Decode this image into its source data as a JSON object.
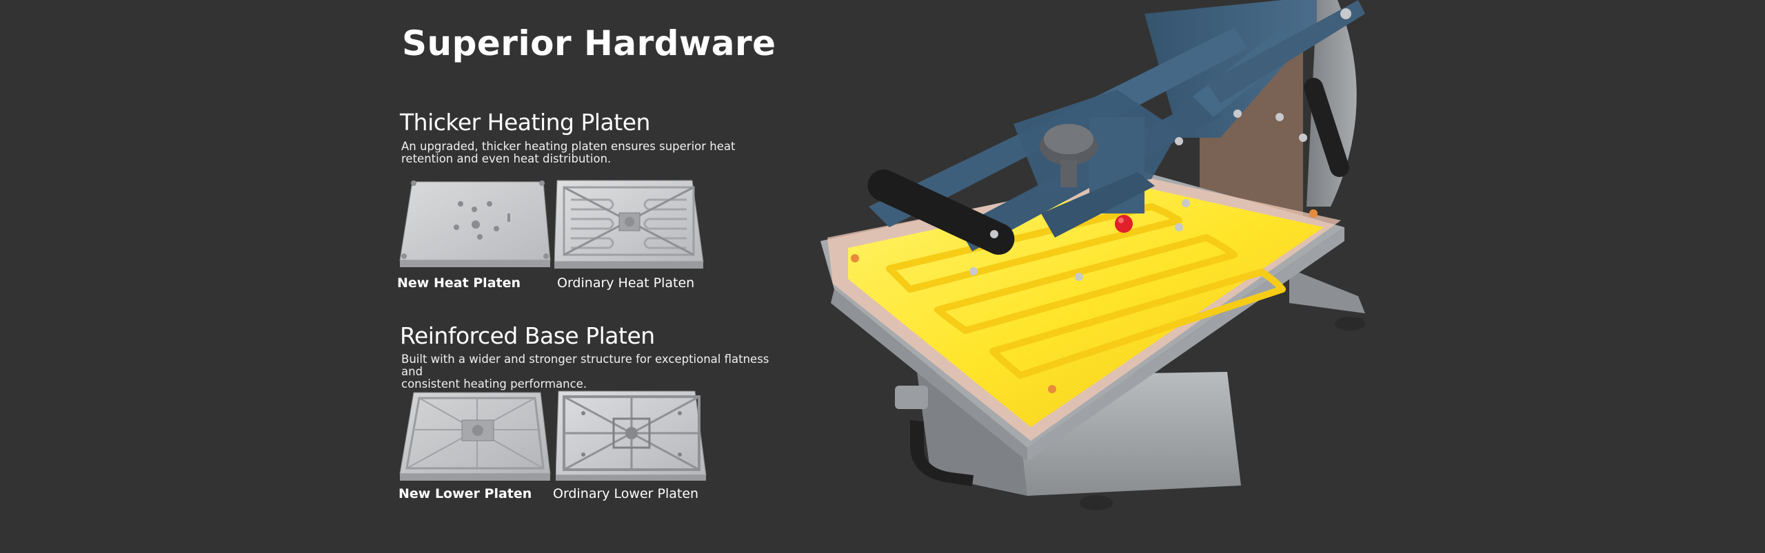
{
  "header": {
    "title": "Superior Hardware"
  },
  "sections": [
    {
      "title": "Thicker Heating Platen",
      "description_line1": "An upgraded, thicker heating platen ensures superior heat",
      "description_line2": "retention and even heat distribution.",
      "left_caption": "New Heat Platen",
      "right_caption": "Ordinary Heat Platen"
    },
    {
      "title": "Reinforced Base Platen",
      "description_line1": "Built with a wider and stronger structure for exceptional flatness and",
      "description_line2": "consistent heating performance.",
      "left_caption": "New Lower Platen",
      "right_caption": "Ordinary Lower Platen"
    }
  ],
  "colors": {
    "background": "#333333",
    "frame_blue": "#3f607c",
    "heating_glow": "#ffe52a",
    "base_grey": "#a5a8ab",
    "knob_red": "#e0202a"
  }
}
